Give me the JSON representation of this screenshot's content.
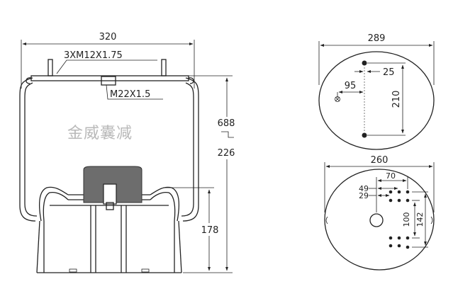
{
  "side_view": {
    "width_label": "320",
    "bolt_label": "3XM12X1.75",
    "center_bolt_label": "M22X1.5",
    "max_height_label": "688",
    "min_height_label": "226",
    "piston_height_label": "178"
  },
  "watermark": "金威囊减",
  "top_plate": {
    "diameter_label": "289",
    "offset_label": "25",
    "radius_label": "95",
    "spacing_label": "210"
  },
  "bottom_plate": {
    "diameter_label": "260",
    "label_70": "70",
    "label_49": "49",
    "label_29": "29",
    "label_100": "100",
    "label_142": "142"
  }
}
